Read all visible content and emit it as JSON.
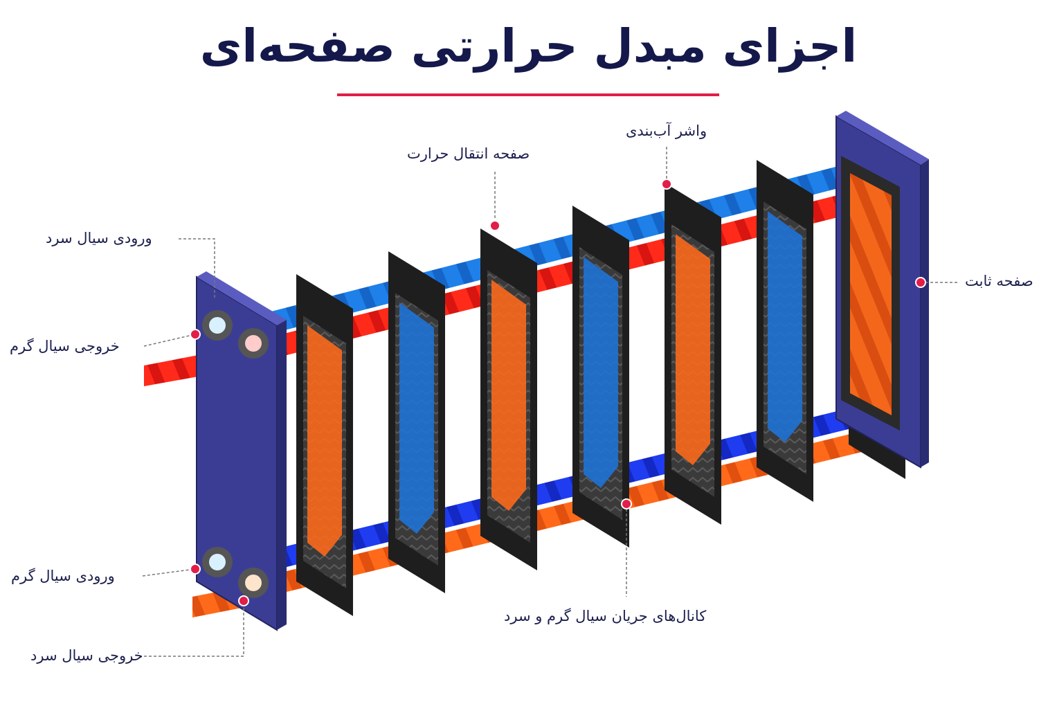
{
  "title": "اجزای مبدل حرارتی صفحه‌ای",
  "colors": {
    "title": "#14184a",
    "accent": "#e11d48",
    "frame": "#3b3d95",
    "plate": "#222222",
    "hot": "#ff2a1a",
    "hot_light": "#ff6a1a",
    "cold": "#1e73d8",
    "cold_deep": "#1b2fe0",
    "label": "#1b1f4e"
  },
  "labels": {
    "cold_inlet": "ورودی سیال سرد",
    "hot_outlet": "خروجی سیال گرم",
    "hot_inlet": "ورودی سیال گرم",
    "cold_outlet": "خروجی سیال سرد",
    "heat_transfer_plate": "صفحه انتقال حرارت",
    "gasket": "واشر آب‌بندی",
    "fixed_plate": "صفحه ثابت",
    "flow_channels": "کانال‌های جریان سیال گرم و سرد"
  },
  "plates": [
    "hot",
    "cold",
    "hot",
    "cold",
    "hot",
    "cold",
    "hot"
  ]
}
